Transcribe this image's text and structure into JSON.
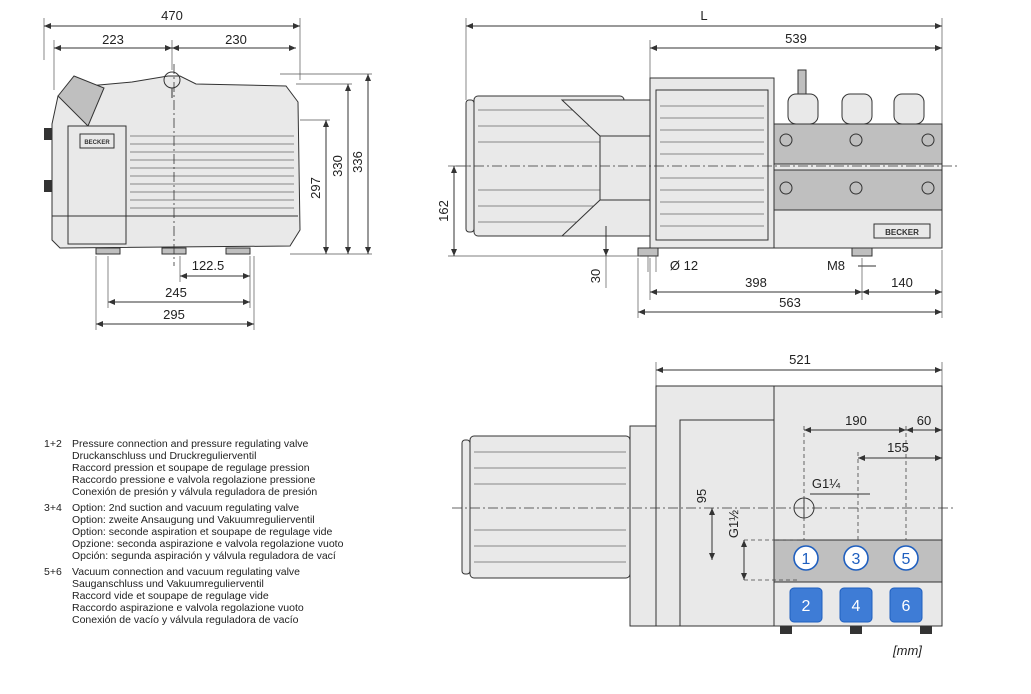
{
  "dimensions": {
    "side_view": {
      "overall_width": "470",
      "left_segment": "223",
      "right_segment": "230",
      "height_297": "297",
      "height_330": "330",
      "height_336": "336",
      "foot_122": "122.5",
      "foot_245": "245",
      "foot_295": "295"
    },
    "front_view": {
      "length_L": "L",
      "length_539": "539",
      "axis_height": "162",
      "foot_height": "30",
      "hole_diameter": "Ø 12",
      "thread": "M8",
      "length_398": "398",
      "length_140": "140",
      "length_563": "563"
    },
    "top_view": {
      "width_521": "521",
      "offset_190": "190",
      "offset_60": "60",
      "offset_155": "155",
      "offset_95": "95",
      "thread_G114": "G1¼",
      "thread_G112": "G1½"
    }
  },
  "ports": [
    {
      "number": "1",
      "row": "upper"
    },
    {
      "number": "3",
      "row": "upper"
    },
    {
      "number": "5",
      "row": "upper"
    },
    {
      "number": "2",
      "row": "lower"
    },
    {
      "number": "4",
      "row": "lower"
    },
    {
      "number": "6",
      "row": "lower"
    }
  ],
  "brand": "BECKER",
  "legend": [
    {
      "key": "1+2",
      "lines": [
        "Pressure connection and pressure regulating valve",
        "Druckanschluss und Druckregulierventil",
        "Raccord pression et soupape de regulage pression",
        "Raccordo pressione e valvola regolazione pressione",
        "Conexión de presión y válvula reguladora de presión"
      ]
    },
    {
      "key": "3+4",
      "lines": [
        "Option: 2nd suction and vacuum regulating valve",
        "Option: zweite Ansaugung und Vakuumregulierventil",
        "Option: seconde aspiration et soupape de regulage vide",
        "Opzione: seconda aspirazione e valvola regolazione vuoto",
        "Opción: segunda aspiración y válvula reguladora de vací"
      ]
    },
    {
      "key": "5+6",
      "lines": [
        "Vacuum connection and vacuum regulating valve",
        "Sauganschluss und Vakuumregulierventil",
        "Raccord vide et soupape de regulage vide",
        "Raccordo aspirazione e valvola regolazione vuoto",
        "Conexión de vacío y válvula reguladora de vacío"
      ]
    }
  ],
  "unit_label": "[mm]",
  "colors": {
    "port_blue": "#1f5fbf",
    "line": "#333333",
    "body": "#e9e9e9"
  }
}
